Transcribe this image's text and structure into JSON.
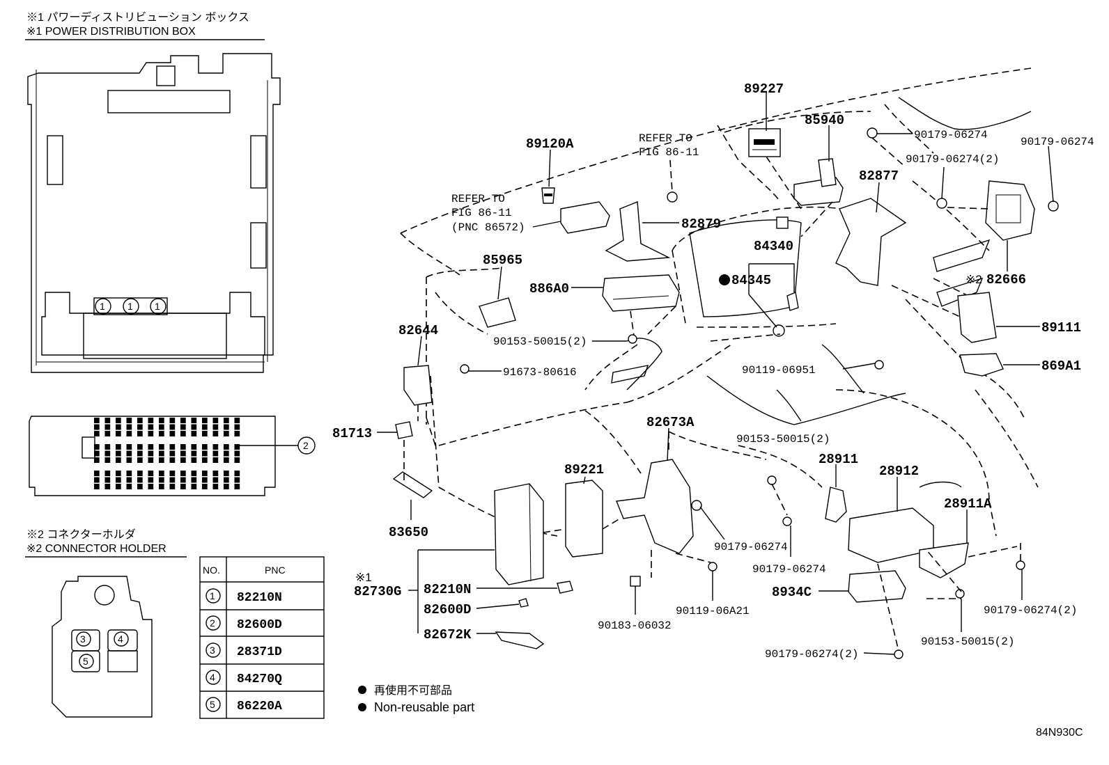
{
  "header": {
    "note1_jp": "※1  パワーディストリビューション ボックス",
    "note1_en": "※1  POWER DISTRIBUTION BOX",
    "note2_jp": "※2 コネクターホルダ",
    "note2_en": "※2 CONNECTOR HOLDER"
  },
  "refer": {
    "top_line1": "REFER TO",
    "top_line2": "FIG 86-11",
    "left_line1": "REFER TO",
    "left_line2": "FIG 86-11",
    "left_line3": "(PNC 86572)"
  },
  "parts": {
    "p89227": "89227",
    "p85940": "85940",
    "p89120A": "89120A",
    "p82877": "82877",
    "p82879": "82879",
    "p84340": "84340",
    "p84345": "84345",
    "p85965": "85965",
    "p886A0": "886A0",
    "p82666": "82666",
    "p82666_mark": "※2",
    "p89111": "89111",
    "p869A1": "869A1",
    "p82644": "82644",
    "p81713": "81713",
    "p83650": "83650",
    "p82673A": "82673A",
    "p89221": "89221",
    "p28911": "28911",
    "p28912": "28912",
    "p28911A": "28911A",
    "p8934C": "8934C",
    "p82730G": "82730G",
    "p82730G_mark": "※1",
    "p82210N": "82210N",
    "p82600D": "82600D",
    "p82672K": "82672K"
  },
  "fasteners": {
    "f1": "90179-06274",
    "f2": "90179-06274",
    "f3": "90179-06274(2)",
    "f4": "90153-50015(2)",
    "f5": "91673-80616",
    "f6": "90119-06951",
    "f7": "90153-50015(2)",
    "f8": "90179-06274",
    "f9": "90179-06274",
    "f10": "90119-06A21",
    "f11": "90183-06032",
    "f12": "90179-06274(2)",
    "f13": "90153-50015(2)",
    "f14": "90179-06274(2)"
  },
  "table": {
    "col_no": "NO.",
    "col_pnc": "PNC",
    "rows": [
      {
        "no": "1",
        "pnc": "82210N"
      },
      {
        "no": "2",
        "pnc": "82600D"
      },
      {
        "no": "3",
        "pnc": "28371D"
      },
      {
        "no": "4",
        "pnc": "84270Q"
      },
      {
        "no": "5",
        "pnc": "86220A"
      }
    ]
  },
  "callouts": {
    "c1": "1",
    "c2": "2",
    "c3": "3",
    "c4": "4",
    "c5": "5"
  },
  "legend": {
    "jp": "再使用不可部品",
    "en": "Non-reusable part"
  },
  "figure_code": "84N930C"
}
